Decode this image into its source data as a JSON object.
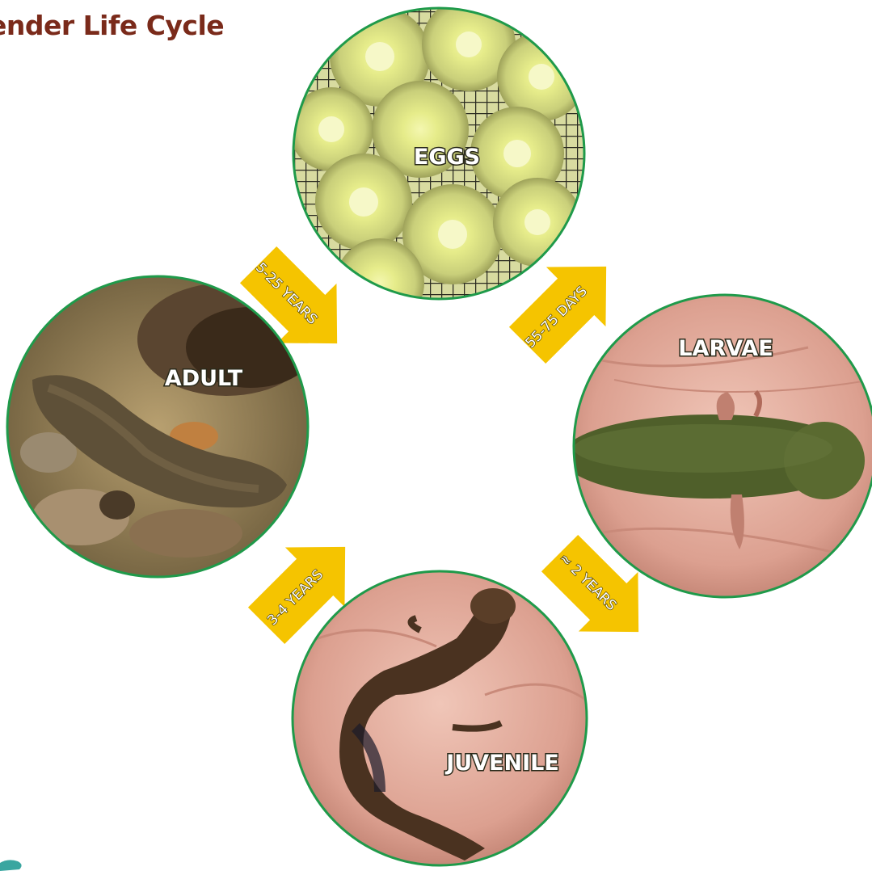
{
  "title": "ender Life Cycle",
  "stages": {
    "eggs": "EGGS",
    "larvae": "LARVAE",
    "juvenile": "JUVENILE",
    "adult": "ADULT"
  },
  "arrows": {
    "eggs_to_larvae": "55-75 DAYS",
    "larvae_to_juvenile": "≈ 2 YEARS",
    "juvenile_to_adult": "3-4 YEARS",
    "adult_to_eggs": "5-25 YEARS"
  },
  "colors": {
    "title": "#7a2a1a",
    "circle_border": "#1f9a4a",
    "arrow_fill": "#f5c400"
  }
}
